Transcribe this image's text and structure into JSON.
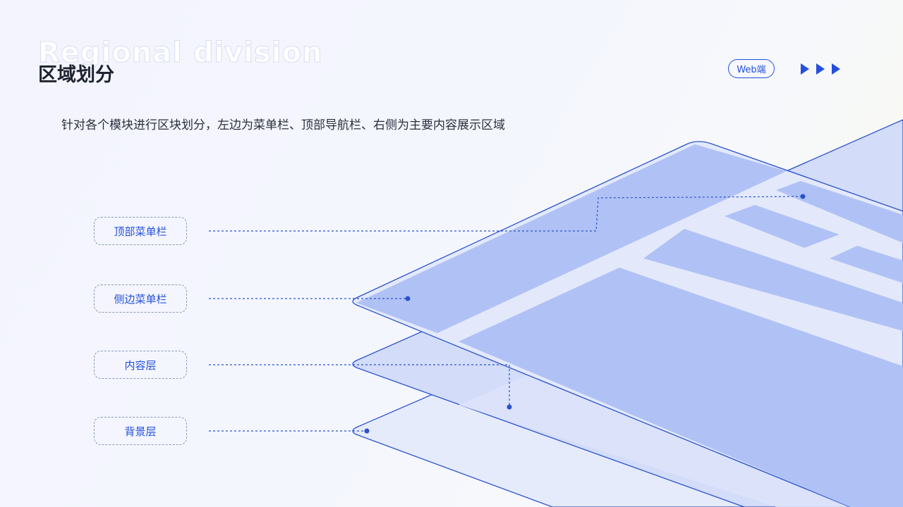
{
  "header": {
    "background_title": "Regional division",
    "title": "区域划分",
    "tag": "Web端"
  },
  "description": "针对各个模块进行区块划分，左边为菜单栏、顶部导航栏、右侧为主要内容展示区域",
  "labels": [
    {
      "id": "top-menu",
      "text": "顶部菜单栏"
    },
    {
      "id": "side-menu",
      "text": "侧边菜单栏"
    },
    {
      "id": "content-layer",
      "text": "内容层"
    },
    {
      "id": "background-layer",
      "text": "背景层"
    }
  ],
  "icons": [
    "play-arrow-icon",
    "play-arrow-icon",
    "play-arrow-icon"
  ],
  "colors": {
    "accent": "#2450dd",
    "layer_fill": "#b0c2f5",
    "layer_stroke": "#2a52cc",
    "text_dark": "#1e2330"
  }
}
